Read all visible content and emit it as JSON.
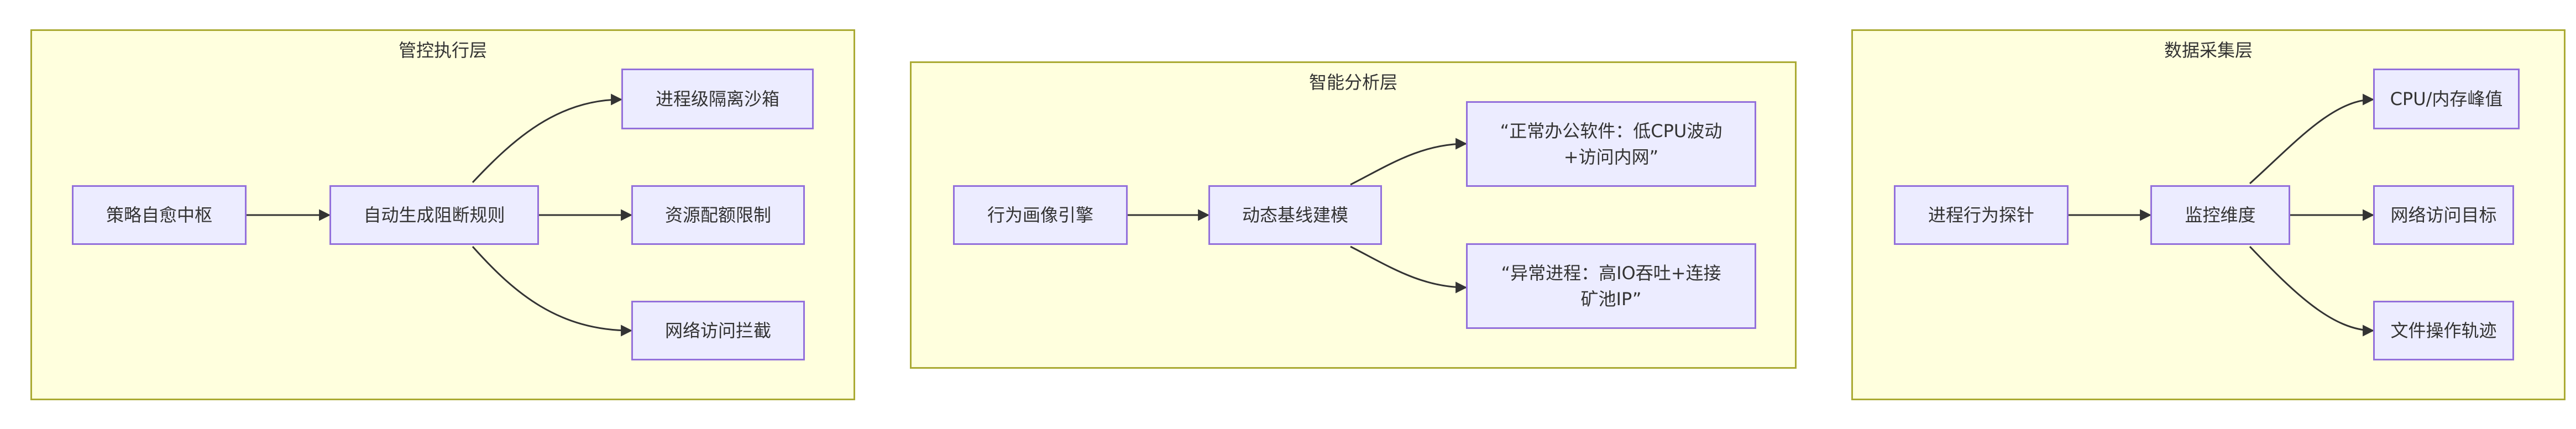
{
  "clusters": {
    "control": {
      "title": "管控执行层"
    },
    "analysis": {
      "title": "智能分析层"
    },
    "collect": {
      "title": "数据采集层"
    }
  },
  "nodes": {
    "strategy_hub": "策略自愈中枢",
    "auto_rules": "自动生成阻断规则",
    "sandbox": "进程级隔离沙箱",
    "quota": "资源配额限制",
    "net_block": "网络访问拦截",
    "behavior_engine": "行为画像引擎",
    "baseline": "动态基线建模",
    "normal": "“正常办公软件：低CPU波动\n+访问内网”",
    "abnormal": "“异常进程：高IO吞吐+连接\n矿池IP”",
    "probe": "进程行为探针",
    "monitor": "监控维度",
    "cpu_mem": "CPU/内存峰值",
    "net_target": "网络访问目标",
    "file_trace": "文件操作轨迹"
  }
}
